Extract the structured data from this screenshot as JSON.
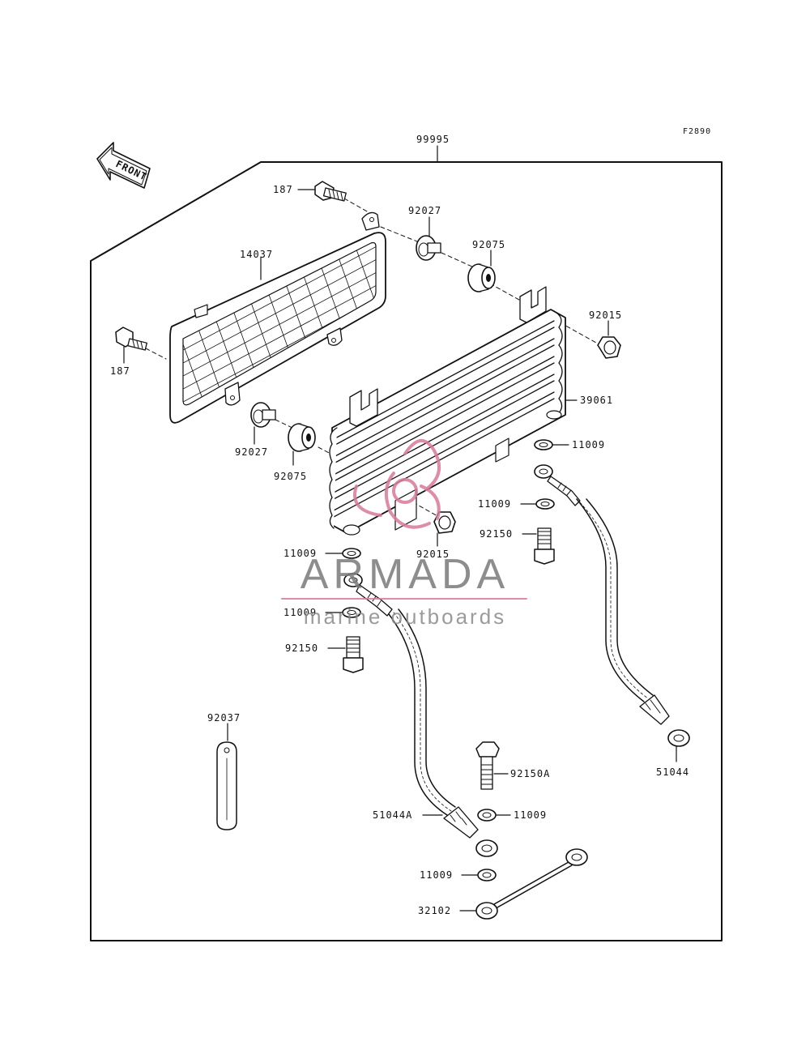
{
  "figure_code": "F2890",
  "assembly_number": "99995",
  "front_label": "FRONT",
  "watermark": {
    "brand": "ARMADA",
    "tagline": "marine outboards",
    "accent_color": "#d9799a"
  },
  "colors": {
    "line": "#111111",
    "watermark_text": "#7a7a7a",
    "watermark_accent": "#d9799a"
  },
  "parts": {
    "bolt_top": "187",
    "bolt_left": "187",
    "screen": "14037",
    "collar_top": "92027",
    "collar_bottom": "92027",
    "grommet_top": "92075",
    "grommet_bottom": "92075",
    "nut_top": "92015",
    "nut_bottom": "92015",
    "oil_cooler": "39061",
    "gasket_r1": "11009",
    "gasket_r2": "11009",
    "gasket_l1": "11009",
    "gasket_l2": "11009",
    "gasket_b1": "11009",
    "gasket_b2": "11009",
    "bolt_r": "92150",
    "bolt_l": "92150",
    "bolt_a": "92150A",
    "band": "92037",
    "hose_right": "51044",
    "hose_left": "51044A",
    "pipe": "32102"
  }
}
